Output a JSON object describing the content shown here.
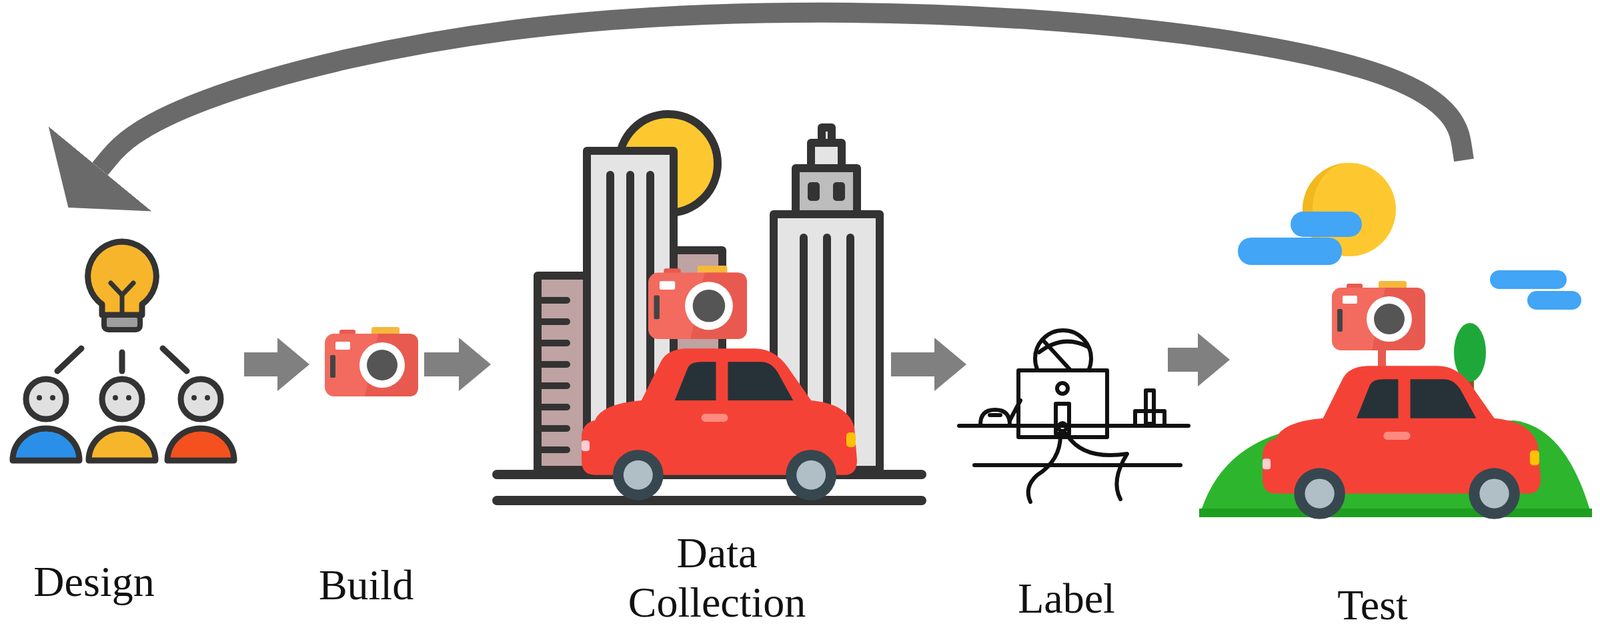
{
  "diagram": {
    "nodes": [
      {
        "text": [
          "Design"
        ]
      },
      {
        "text": [
          "Build"
        ]
      },
      {
        "text": [
          "Data Collection"
        ]
      },
      {
        "text": [
          "Label"
        ]
      },
      {
        "text": [
          "Test"
        ]
      }
    ],
    "edges": [
      {
        "from": 0,
        "to": 1,
        "arrow": "to"
      },
      {
        "from": 1,
        "to": 2,
        "arrow": "to"
      },
      {
        "from": 2,
        "to": 3,
        "arrow": "to"
      },
      {
        "from": 3,
        "to": 4,
        "arrow": "to"
      },
      {
        "from": 4,
        "to": 0,
        "arrow": "to"
      }
    ]
  }
}
